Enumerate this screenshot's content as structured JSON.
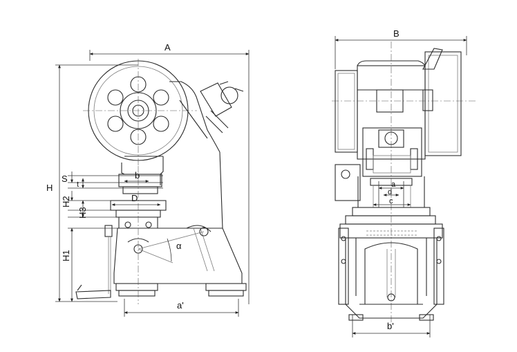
{
  "labels": {
    "A": "A",
    "B": "B",
    "H": "H",
    "S": "S",
    "t": "t",
    "b": "b",
    "H2": "H2",
    "D": "D",
    "H3": "H3",
    "H1": "H1",
    "alpha": "α",
    "a_prime": "a'",
    "a": "a",
    "d": "d",
    "c": "c",
    "b_prime": "b'"
  },
  "colors": {
    "line": "#2a2a2a",
    "text": "#111111",
    "background": "#ffffff"
  }
}
